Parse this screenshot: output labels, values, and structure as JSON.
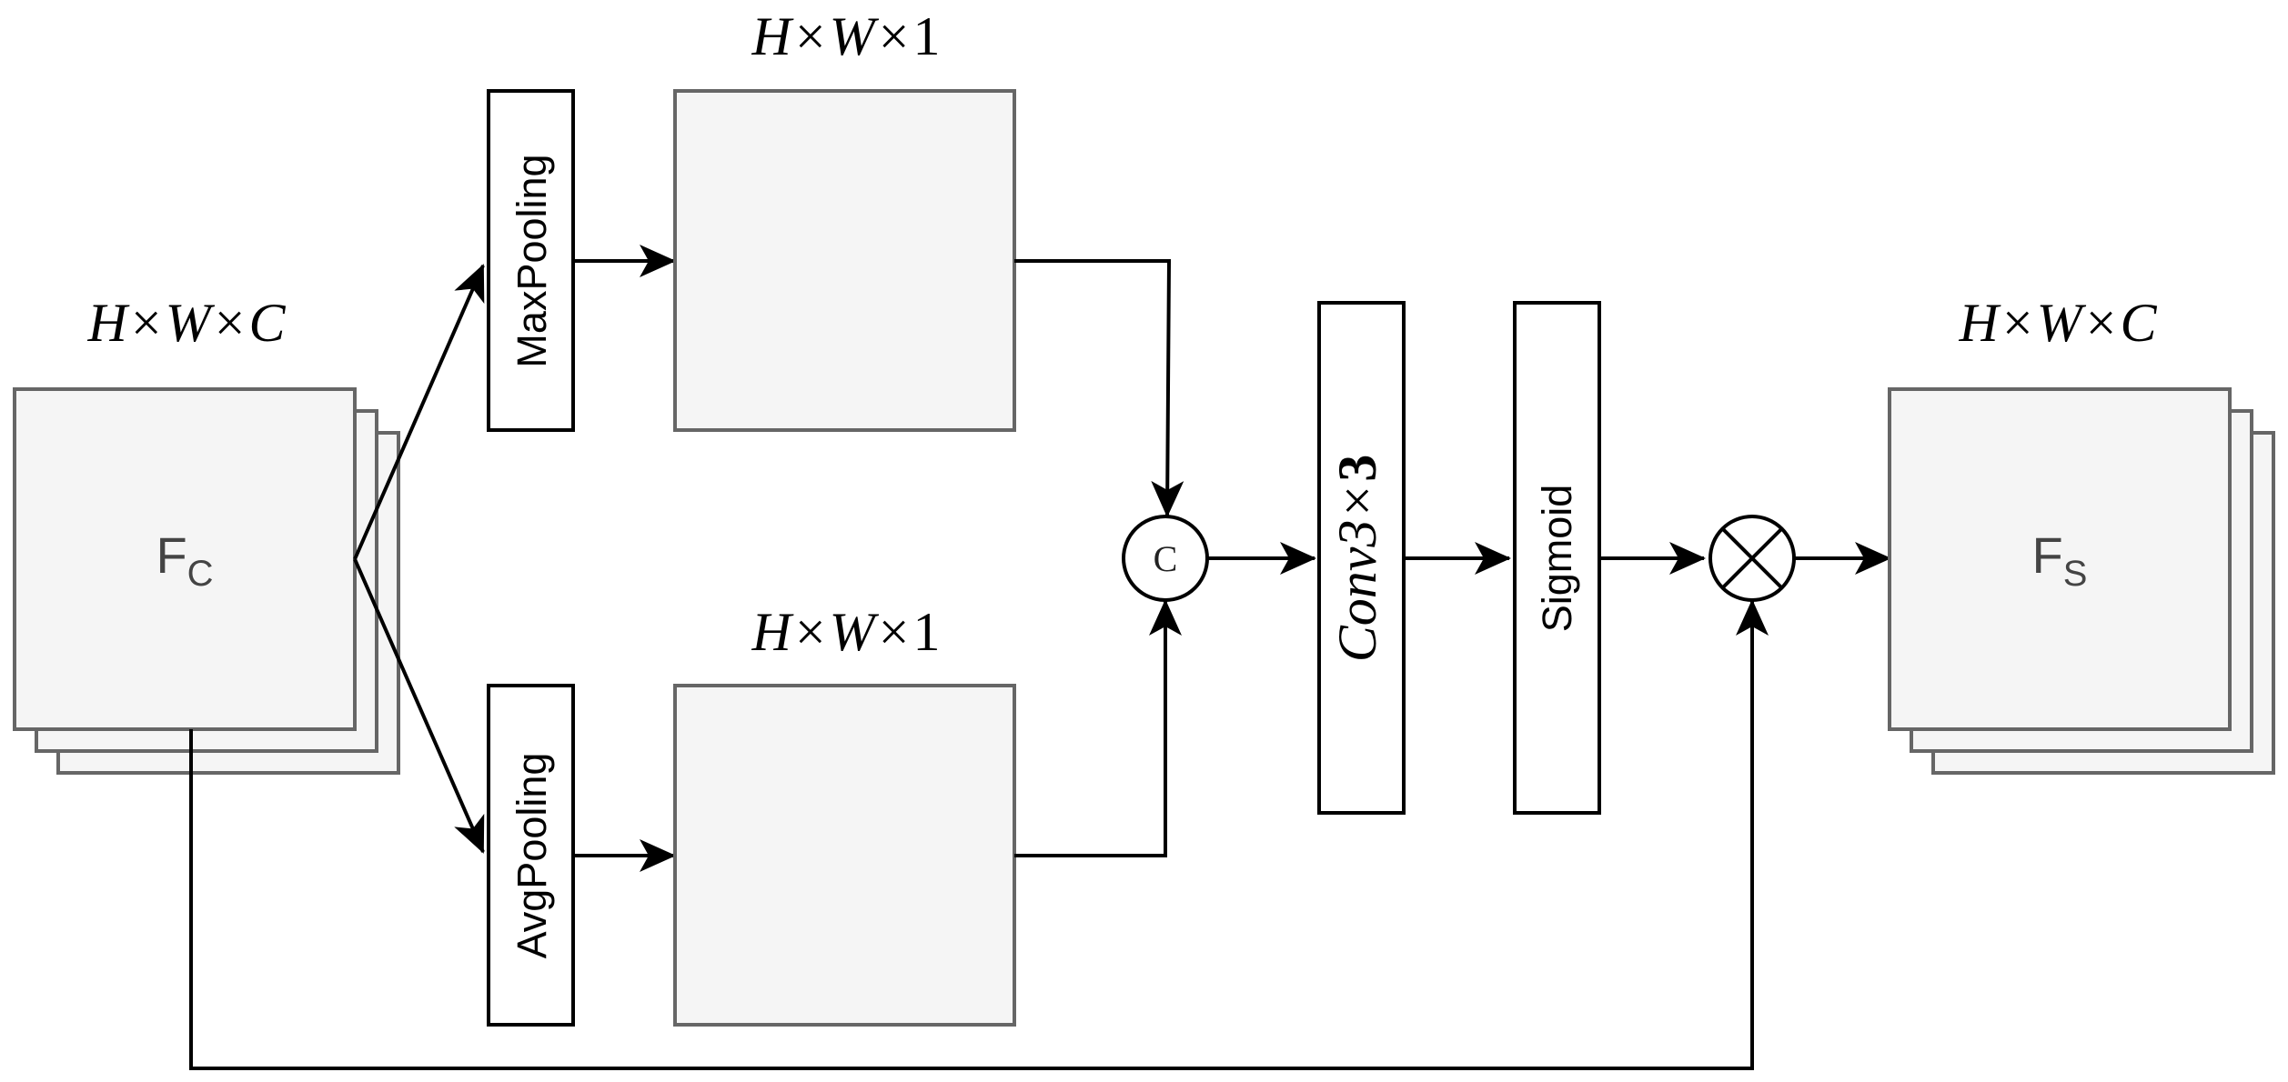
{
  "input": {
    "dims": {
      "h": "H",
      "times1": "×",
      "w": "W",
      "times2": "×",
      "c": "C"
    },
    "label": {
      "main": "F",
      "sub": "C"
    }
  },
  "max_branch": {
    "op_label": "MaxPooling",
    "dims": {
      "h": "H",
      "times1": "×",
      "w": "W",
      "times2": "×",
      "one": "1"
    }
  },
  "avg_branch": {
    "op_label": "AvgPooling",
    "dims": {
      "h": "H",
      "times1": "×",
      "w": "W",
      "times2": "×",
      "one": "1"
    }
  },
  "concat": {
    "symbol": "C"
  },
  "conv": {
    "name": "Conv",
    "k1": "3",
    "times": "×",
    "k2": "3"
  },
  "sigmoid": {
    "label": "Sigmoid"
  },
  "multiply": {
    "symbol": "⊗"
  },
  "output": {
    "dims": {
      "h": "H",
      "times1": "×",
      "w": "W",
      "times2": "×",
      "c": "C"
    },
    "label": {
      "main": "F",
      "sub": "S"
    }
  }
}
